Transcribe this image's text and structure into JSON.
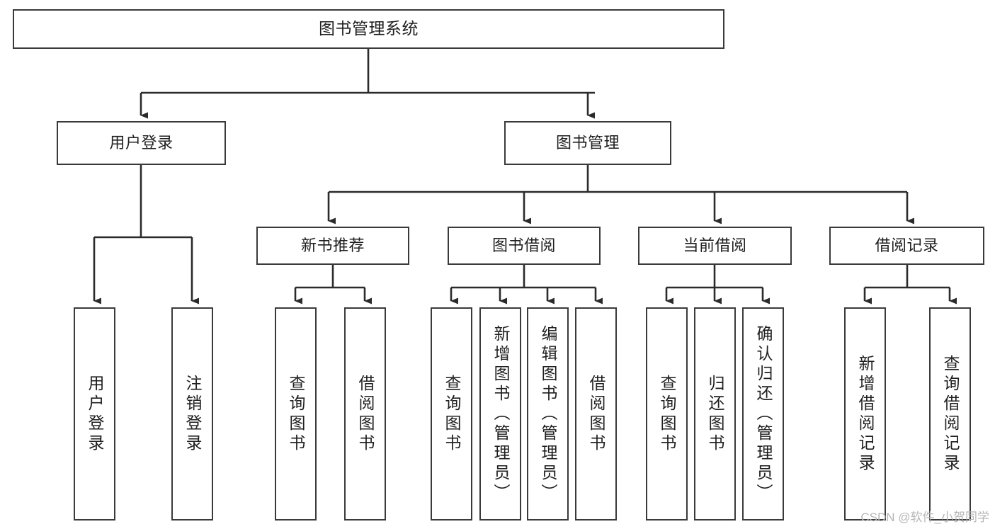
{
  "diagram": {
    "title": "图书管理系统",
    "type": "tree",
    "colors": {
      "background": "#ffffff",
      "node_fill": "#ffffff",
      "node_stroke": "#3a3a3a",
      "edge_stroke": "#2b2b2b",
      "text": "#1f1f1f",
      "watermark": "#b6b6b6"
    },
    "root": {
      "label": "图书管理系统"
    },
    "level2": [
      {
        "label": "用户登录"
      },
      {
        "label": "图书管理"
      }
    ],
    "level3": [
      {
        "label": "新书推荐"
      },
      {
        "label": "图书借阅"
      },
      {
        "label": "当前借阅"
      },
      {
        "label": "借阅记录"
      }
    ],
    "leaves": {
      "user_login": [
        {
          "label": "用户登录"
        },
        {
          "label": "注销登录"
        }
      ],
      "new_book_recommend": [
        {
          "label": "查询图书"
        },
        {
          "label": "借阅图书"
        }
      ],
      "book_borrow": [
        {
          "label": "查询图书"
        },
        {
          "label": "新增图书（管理员）"
        },
        {
          "label": "编辑图书（管理员）"
        },
        {
          "label": "借阅图书"
        }
      ],
      "current_borrow": [
        {
          "label": "查询图书"
        },
        {
          "label": "归还图书"
        },
        {
          "label": "确认归还（管理员）"
        }
      ],
      "borrow_record": [
        {
          "label": "新增借阅记录"
        },
        {
          "label": "查询借阅记录"
        }
      ]
    }
  },
  "watermark": {
    "text": "CSDN @软件_小贺同学"
  }
}
